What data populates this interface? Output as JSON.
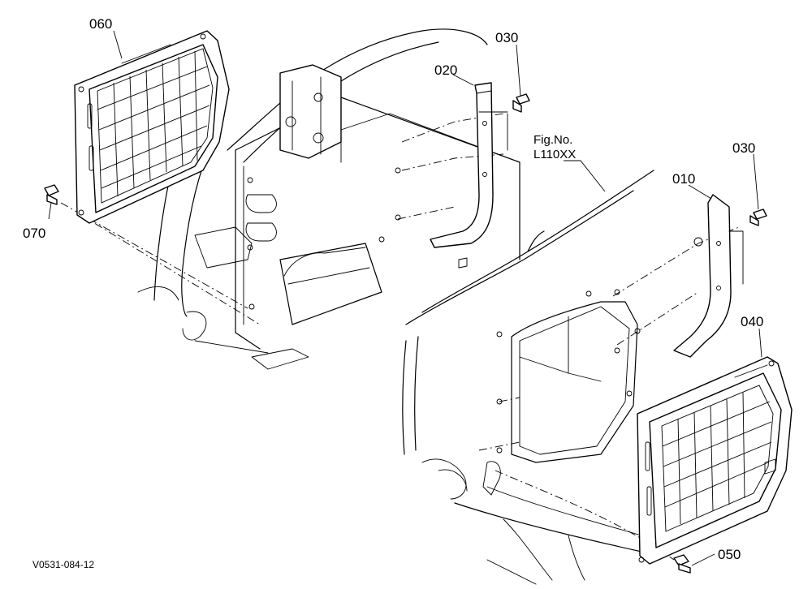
{
  "figure": {
    "fig_no_label": "Fig.No.",
    "fig_no_value": "L110XX",
    "code": "V0531-084-12"
  },
  "callouts": {
    "c060": "060",
    "c030a": "030",
    "c020": "020",
    "c030b": "030",
    "c010": "010",
    "c070": "070",
    "c040": "040",
    "c050": "050"
  }
}
